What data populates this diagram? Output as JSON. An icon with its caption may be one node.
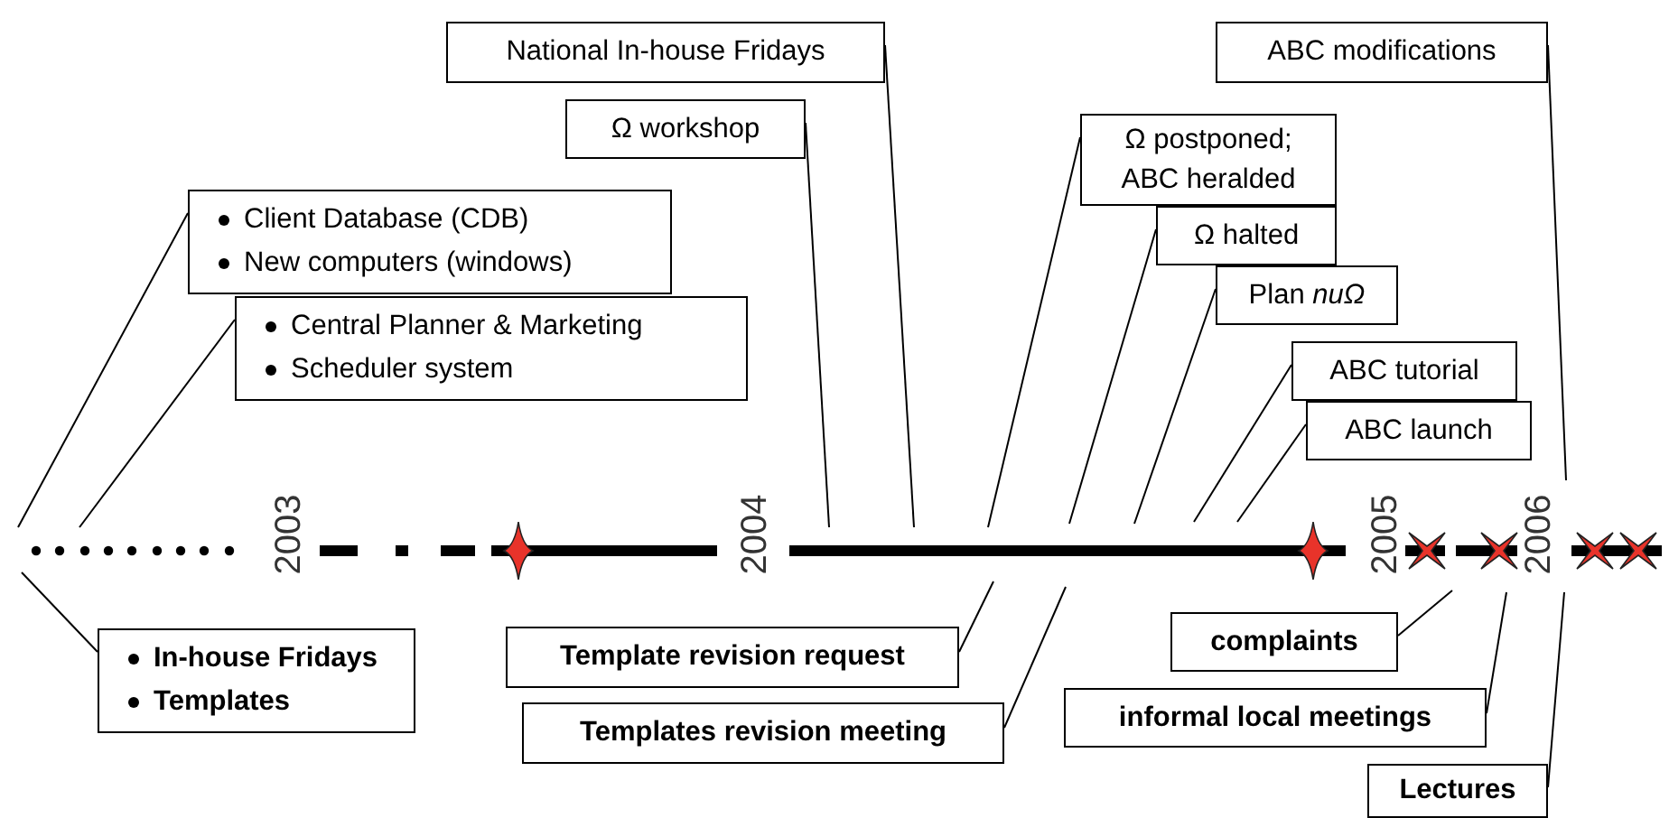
{
  "diagram": {
    "nodes": [
      {
        "text": [
          "National In-house Fridays"
        ]
      },
      {
        "text": [
          "Ω workshop"
        ]
      },
      {
        "text": [
          "Client Database (CDB)",
          "New computers (windows)"
        ]
      },
      {
        "text": [
          "Central Planner & Marketing",
          "Scheduler system"
        ]
      },
      {
        "text": [
          "Ω postponed; ABC heralded"
        ]
      },
      {
        "text": [
          "Ω halted"
        ]
      },
      {
        "text": [
          "Plan *nuΩ*"
        ]
      },
      {
        "text": [
          "ABC tutorial"
        ]
      },
      {
        "text": [
          "ABC launch"
        ]
      },
      {
        "text": [
          "ABC modifications"
        ]
      },
      {
        "text": [
          "In-house Fridays",
          "Templates"
        ]
      },
      {
        "text": [
          "Template revision request"
        ]
      },
      {
        "text": [
          "Templates revision meeting"
        ]
      },
      {
        "text": [
          "complaints"
        ]
      },
      {
        "text": [
          "informal local meetings"
        ]
      },
      {
        "text": [
          "Lectures"
        ]
      }
    ],
    "edges": [
      {
        "from": 0,
        "to": null,
        "arrow": "none"
      },
      {
        "from": 1,
        "to": null,
        "arrow": "none"
      },
      {
        "from": 2,
        "to": null,
        "arrow": "none"
      },
      {
        "from": 3,
        "to": null,
        "arrow": "none"
      },
      {
        "from": 4,
        "to": null,
        "arrow": "none"
      },
      {
        "from": 5,
        "to": null,
        "arrow": "none"
      },
      {
        "from": 6,
        "to": null,
        "arrow": "none"
      },
      {
        "from": 7,
        "to": null,
        "arrow": "none"
      },
      {
        "from": 8,
        "to": null,
        "arrow": "none"
      },
      {
        "from": 9,
        "to": null,
        "arrow": "none"
      },
      {
        "from": 10,
        "to": null,
        "arrow": "none"
      },
      {
        "from": 11,
        "to": null,
        "arrow": "none"
      },
      {
        "from": 12,
        "to": null,
        "arrow": "none"
      },
      {
        "from": 13,
        "to": null,
        "arrow": "none"
      },
      {
        "from": 14,
        "to": null,
        "arrow": "none"
      },
      {
        "from": 15,
        "to": null,
        "arrow": "none"
      }
    ],
    "labels": [
      "2003",
      "2004",
      "2005",
      "2006"
    ]
  }
}
